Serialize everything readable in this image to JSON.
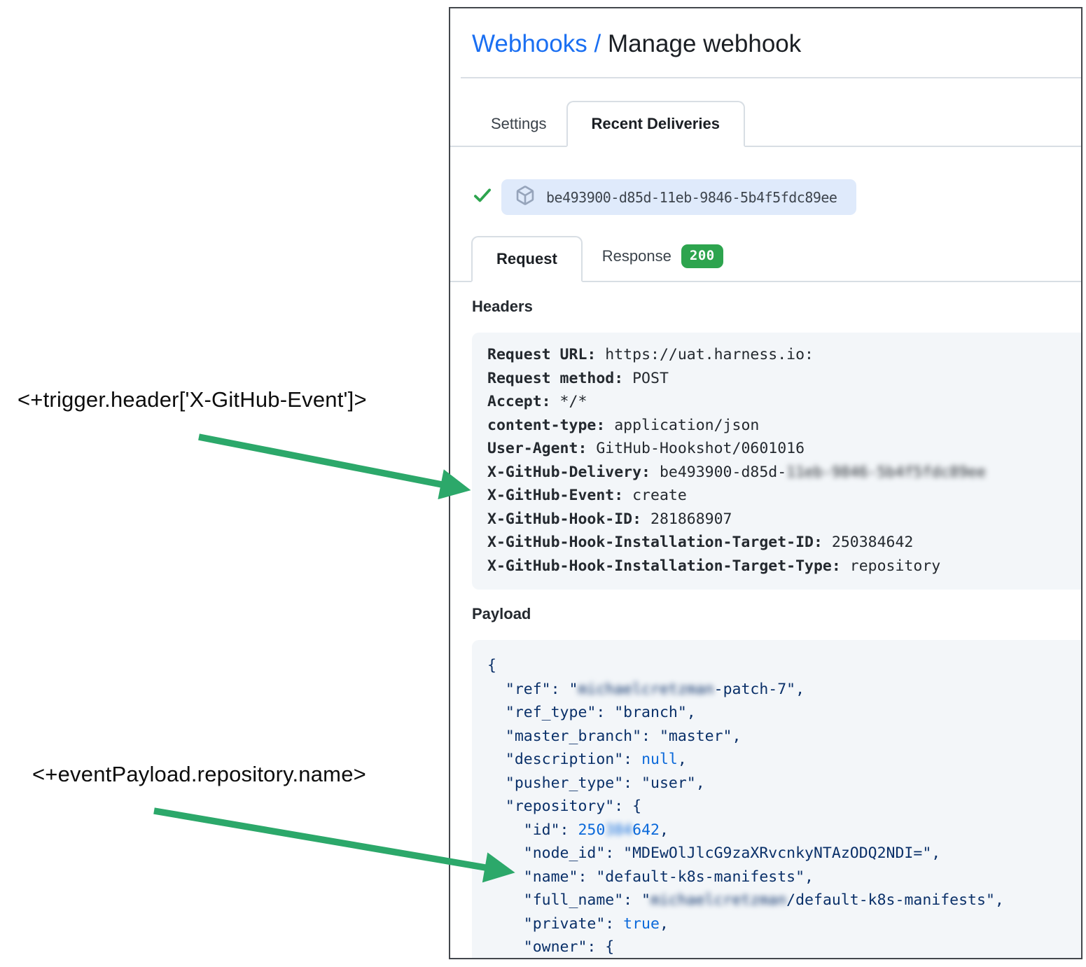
{
  "header": {
    "breadcrumb": "Webhooks",
    "separator": "/",
    "title": "Manage webhook"
  },
  "tabs": [
    {
      "label": "Settings",
      "active": false
    },
    {
      "label": "Recent Deliveries",
      "active": true
    }
  ],
  "delivery": {
    "status_icon": "check-icon",
    "package_icon": "package-icon",
    "id": "be493900-d85d-11eb-9846-5b4f5fdc89ee"
  },
  "subtabs": {
    "request_label": "Request",
    "response_label": "Response",
    "response_status": "200"
  },
  "sections": {
    "headers_title": "Headers",
    "payload_title": "Payload"
  },
  "request_headers": [
    {
      "key": "Request URL:",
      "value": "https://uat.harness.io:"
    },
    {
      "key": "Request method:",
      "value": "POST"
    },
    {
      "key": "Accept:",
      "value": "*/*"
    },
    {
      "key": "content-type:",
      "value": "application/json"
    },
    {
      "key": "User-Agent:",
      "value": "GitHub-Hookshot/0601016"
    },
    {
      "key": "X-GitHub-Delivery:",
      "value": "be493900-d85d-",
      "redacted": "11eb-9846-5b4f5fdc89ee"
    },
    {
      "key": "X-GitHub-Event:",
      "value": "create"
    },
    {
      "key": "X-GitHub-Hook-ID:",
      "value": "281868907"
    },
    {
      "key": "X-GitHub-Hook-Installation-Target-ID:",
      "value": "250384642"
    },
    {
      "key": "X-GitHub-Hook-Installation-Target-Type:",
      "value": "repository"
    }
  ],
  "payload_lines": [
    [
      {
        "t": "{"
      }
    ],
    [
      {
        "t": "  \"ref\": \""
      },
      {
        "t": "michaelcretzman",
        "r": true
      },
      {
        "t": "-patch-7\","
      }
    ],
    [
      {
        "t": "  \"ref_type\": \"branch\","
      }
    ],
    [
      {
        "t": "  \"master_branch\": \"master\","
      }
    ],
    [
      {
        "t": "  \"description\": "
      },
      {
        "t": "null",
        "c": "const"
      },
      {
        "t": ","
      }
    ],
    [
      {
        "t": "  \"pusher_type\": \"user\","
      }
    ],
    [
      {
        "t": "  \"repository\": {"
      }
    ],
    [
      {
        "t": "    \"id\": "
      },
      {
        "t": "250",
        "c": "const"
      },
      {
        "t": "384",
        "c": "const",
        "r": true
      },
      {
        "t": "642",
        "c": "const"
      },
      {
        "t": ","
      }
    ],
    [
      {
        "t": "    \"node_id\": \"MDEwOlJlcG9zaXRvcnkyNTAzODQ2NDI=\","
      }
    ],
    [
      {
        "t": "    \"name\": \"default-k8s-manifests\","
      }
    ],
    [
      {
        "t": "    \"full_name\": \""
      },
      {
        "t": "michaelcretzman",
        "r": true
      },
      {
        "t": "/default-k8s-manifests\","
      }
    ],
    [
      {
        "t": "    \"private\": "
      },
      {
        "t": "true",
        "c": "const"
      },
      {
        "t": ","
      }
    ],
    [
      {
        "t": "    \"owner\": {"
      }
    ]
  ],
  "annotations": {
    "trigger_header": "<+trigger.header['X-GitHub-Event']>",
    "event_payload": "<+eventPayload.repository.name>"
  },
  "colors": {
    "link_blue": "#1a6ff2",
    "badge_green": "#2da44e",
    "check_green": "#2da44e",
    "arrow_green": "#2ca86a",
    "code_background": "#f3f6f9",
    "json_text": "#0a3069",
    "json_constant": "#0b69da",
    "pill_background": "#dfeafb"
  }
}
